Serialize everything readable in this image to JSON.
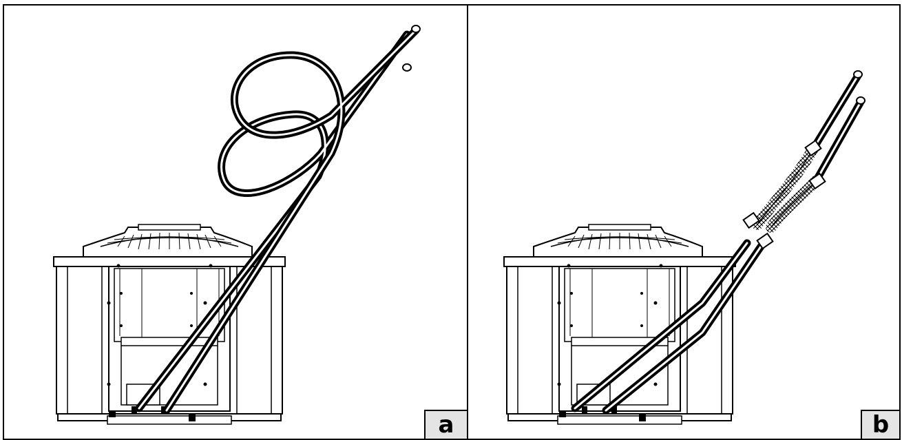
{
  "panels": [
    {
      "id": "a",
      "label": "a"
    },
    {
      "id": "b",
      "label": "b"
    }
  ]
}
